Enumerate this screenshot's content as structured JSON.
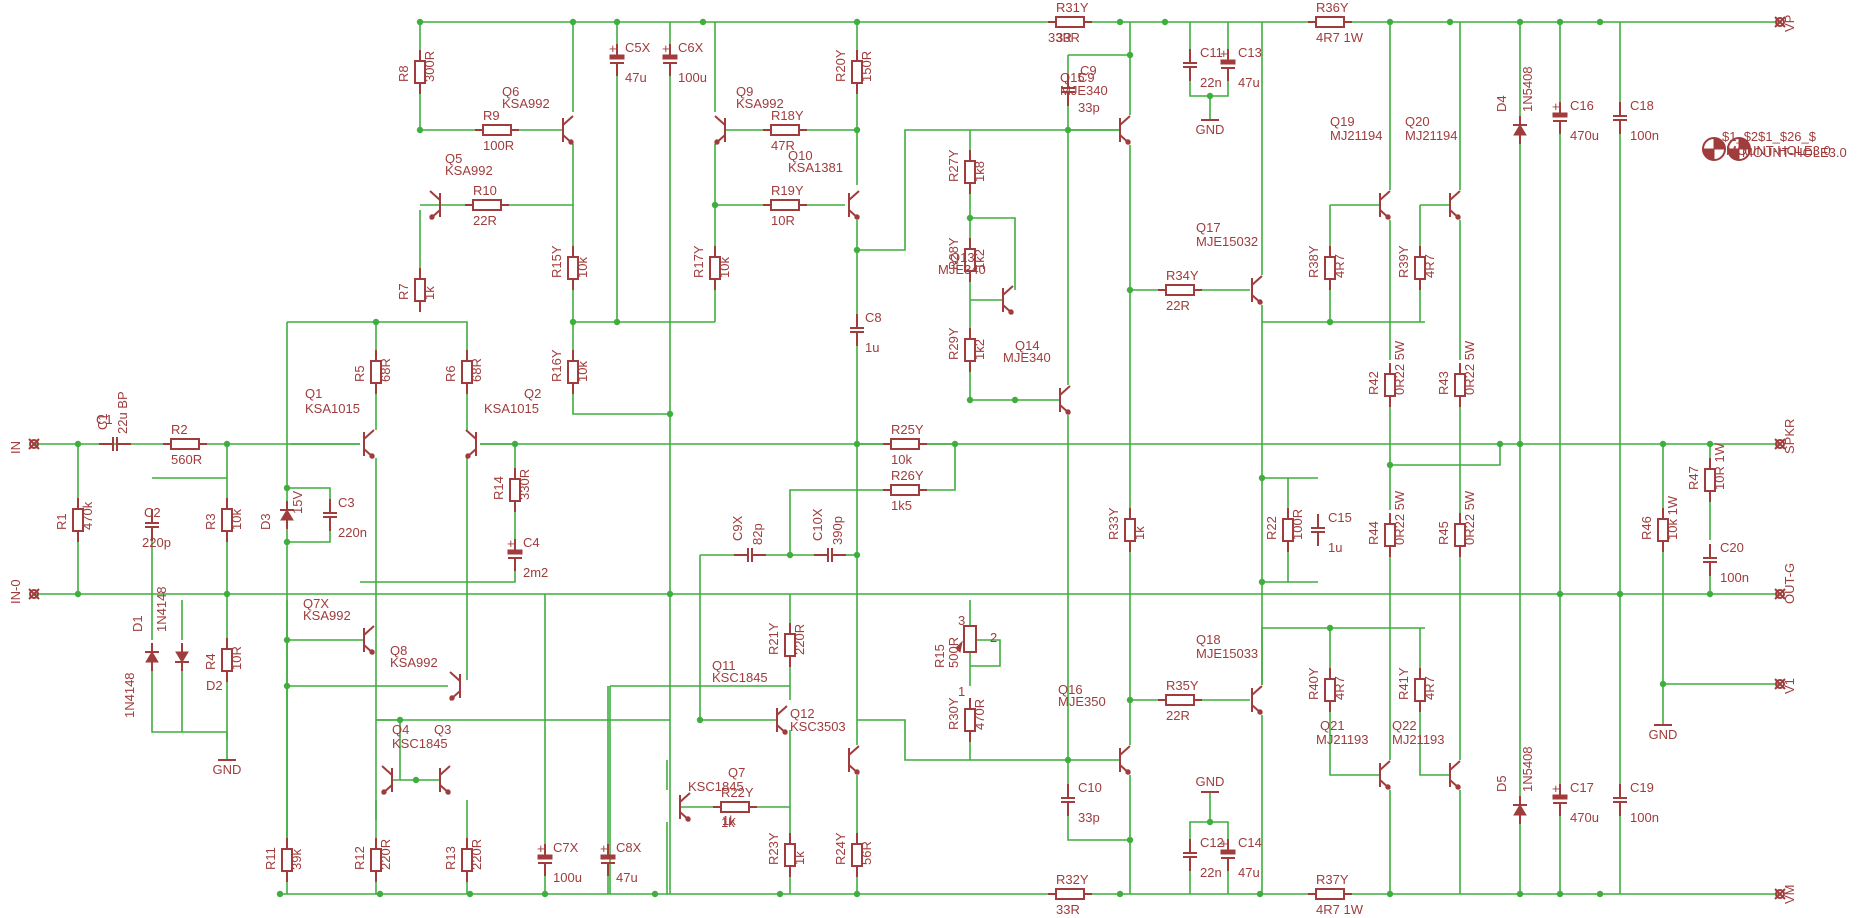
{
  "ports": [
    {
      "id": "in",
      "label": "IN"
    },
    {
      "id": "in0",
      "label": "IN-0"
    },
    {
      "id": "vp",
      "label": "VP"
    },
    {
      "id": "spkr",
      "label": "SPKR"
    },
    {
      "id": "outg",
      "label": "OUT-G"
    },
    {
      "id": "v1",
      "label": "V1"
    },
    {
      "id": "vm",
      "label": "VM"
    }
  ],
  "gnd_label": "GND",
  "resistors": [
    {
      "ref": "R1",
      "val": "470k"
    },
    {
      "ref": "R2",
      "val": "560R"
    },
    {
      "ref": "R3",
      "val": "10k"
    },
    {
      "ref": "R4",
      "val": "10R"
    },
    {
      "ref": "R5",
      "val": "68R"
    },
    {
      "ref": "R6",
      "val": "68R"
    },
    {
      "ref": "R7",
      "val": "1k"
    },
    {
      "ref": "R8",
      "val": "300R"
    },
    {
      "ref": "R9",
      "val": "100R"
    },
    {
      "ref": "R10",
      "val": "22R"
    },
    {
      "ref": "R11",
      "val": "39k"
    },
    {
      "ref": "R12",
      "val": "220R"
    },
    {
      "ref": "R13",
      "val": "220R"
    },
    {
      "ref": "R14",
      "val": "330R"
    },
    {
      "ref": "R15Y",
      "val": "10k"
    },
    {
      "ref": "R16Y",
      "val": "10k"
    },
    {
      "ref": "R17Y",
      "val": "10k"
    },
    {
      "ref": "R18Y",
      "val": "47R"
    },
    {
      "ref": "R19Y",
      "val": "10R"
    },
    {
      "ref": "R20Y",
      "val": "150R"
    },
    {
      "ref": "R21Y",
      "val": "220R"
    },
    {
      "ref": "R22Y",
      "val": "1k"
    },
    {
      "ref": "R23Y",
      "val": "1k"
    },
    {
      "ref": "R24Y",
      "val": "56R"
    },
    {
      "ref": "R25Y",
      "val": "10k"
    },
    {
      "ref": "R26Y",
      "val": "1k5"
    },
    {
      "ref": "R27Y",
      "val": "1k8"
    },
    {
      "ref": "R28Y",
      "val": "1k2"
    },
    {
      "ref": "R29Y",
      "val": "1k2"
    },
    {
      "ref": "R30Y",
      "val": "470R"
    },
    {
      "ref": "R31Y",
      "val": "33R"
    },
    {
      "ref": "R32Y",
      "val": "33R"
    },
    {
      "ref": "R33Y",
      "val": "1k"
    },
    {
      "ref": "R34Y",
      "val": "22R"
    },
    {
      "ref": "R35Y",
      "val": "22R"
    },
    {
      "ref": "R36Y",
      "val": "4R7 1W"
    },
    {
      "ref": "R37Y",
      "val": "4R7 1W"
    },
    {
      "ref": "R38Y",
      "val": "4R7"
    },
    {
      "ref": "R39Y",
      "val": "4R7"
    },
    {
      "ref": "R40Y",
      "val": "4R7"
    },
    {
      "ref": "R41Y",
      "val": "4R7"
    },
    {
      "ref": "R42",
      "val": "0R22 5W"
    },
    {
      "ref": "R43",
      "val": "0R22 5W"
    },
    {
      "ref": "R44",
      "val": "0R22 5W"
    },
    {
      "ref": "R45",
      "val": "0R22 5W"
    },
    {
      "ref": "R46",
      "val": "10k 1W"
    },
    {
      "ref": "R47",
      "val": "10R 1W"
    },
    {
      "ref": "R22",
      "val": "100R"
    }
  ],
  "capacitors": [
    {
      "ref": "C1",
      "val": "22u BP"
    },
    {
      "ref": "C2",
      "val": "220p"
    },
    {
      "ref": "C3",
      "val": "220n"
    },
    {
      "ref": "C4",
      "val": "2m2"
    },
    {
      "ref": "C5X",
      "val": "47u"
    },
    {
      "ref": "C6X",
      "val": "100u"
    },
    {
      "ref": "C7X",
      "val": "100u"
    },
    {
      "ref": "C8X",
      "val": "47u"
    },
    {
      "ref": "C8",
      "val": "1u"
    },
    {
      "ref": "C9X",
      "val": "82p"
    },
    {
      "ref": "C10X",
      "val": "390p"
    },
    {
      "ref": "C9",
      "val": "33p"
    },
    {
      "ref": "C10",
      "val": "33p"
    },
    {
      "ref": "C11",
      "val": "22n"
    },
    {
      "ref": "C12",
      "val": "22n"
    },
    {
      "ref": "C13",
      "val": "47u"
    },
    {
      "ref": "C14",
      "val": "47u"
    },
    {
      "ref": "C15",
      "val": "1u"
    },
    {
      "ref": "C16",
      "val": "470u"
    },
    {
      "ref": "C17",
      "val": "470u"
    },
    {
      "ref": "C18",
      "val": "100n"
    },
    {
      "ref": "C19",
      "val": "100n"
    },
    {
      "ref": "C20",
      "val": "100n"
    }
  ],
  "transistors": [
    {
      "ref": "Q1",
      "val": "KSA1015"
    },
    {
      "ref": "Q2",
      "val": "KSA1015"
    },
    {
      "ref": "Q3",
      "val": ""
    },
    {
      "ref": "Q4",
      "val": "KSC1845"
    },
    {
      "ref": "Q5",
      "val": "KSA992"
    },
    {
      "ref": "Q6",
      "val": "KSA992"
    },
    {
      "ref": "Q7",
      "val": "KSC1845"
    },
    {
      "ref": "Q7X",
      "val": "KSA992"
    },
    {
      "ref": "Q8",
      "val": "KSA992"
    },
    {
      "ref": "Q9",
      "val": "KSA992"
    },
    {
      "ref": "Q10",
      "val": "KSA1381"
    },
    {
      "ref": "Q11",
      "val": "KSC1845"
    },
    {
      "ref": "Q12",
      "val": "KSC3503"
    },
    {
      "ref": "Q13",
      "val": "MJE340"
    },
    {
      "ref": "Q14",
      "val": "MJE340"
    },
    {
      "ref": "Q15",
      "val": "MJE340"
    },
    {
      "ref": "Q16",
      "val": "MJE350"
    },
    {
      "ref": "Q17",
      "val": "MJE15032"
    },
    {
      "ref": "Q18",
      "val": "MJE15033"
    },
    {
      "ref": "Q19",
      "val": "MJ21194"
    },
    {
      "ref": "Q20",
      "val": "MJ21194"
    },
    {
      "ref": "Q21",
      "val": "MJ21193"
    },
    {
      "ref": "Q22",
      "val": "MJ21193"
    }
  ],
  "diodes": [
    {
      "ref": "D1",
      "val": "1N4148"
    },
    {
      "ref": "D2",
      "val": "1N4148"
    },
    {
      "ref": "D3",
      "val": "15V"
    },
    {
      "ref": "D4",
      "val": "1N5408"
    },
    {
      "ref": "D5",
      "val": "1N5408"
    }
  ],
  "pot": {
    "ref": "R15",
    "val": "500R",
    "pins": [
      "1",
      "2",
      "3"
    ]
  },
  "frame_text": [
    "$1_$2$1_$26_$",
    "MOUNT-HOLE3.0",
    "MOUNT-HOLE3.0"
  ],
  "colors": {
    "wire": "#3fae3f",
    "component": "#a03c3c",
    "background": "#ffffff"
  }
}
